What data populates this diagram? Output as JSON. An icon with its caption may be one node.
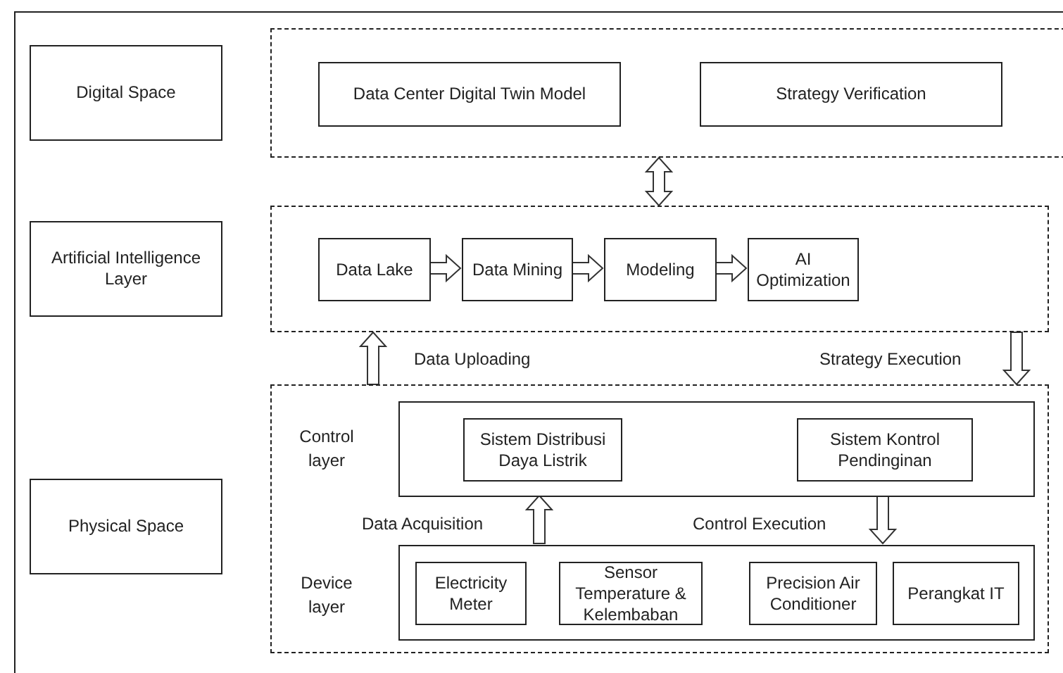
{
  "diagram": {
    "nodes": [
      {
        "text": [
          "Digital Space"
        ]
      },
      {
        "text": [
          "Artificial Intelligence Layer"
        ]
      },
      {
        "text": [
          "Physical Space"
        ]
      },
      {
        "text": [],
        "shape": "box"
      },
      {
        "text": [
          "Data Center Digital Twin Model"
        ],
        "in": 3
      },
      {
        "text": [
          "Strategy Verification"
        ],
        "in": 3
      },
      {
        "text": [],
        "shape": "box"
      },
      {
        "text": [
          "Data Lake"
        ],
        "in": 6
      },
      {
        "text": [
          "Data Mining"
        ],
        "in": 6
      },
      {
        "text": [
          "Modeling"
        ],
        "in": 6
      },
      {
        "text": [
          "AI Optimization"
        ],
        "in": 6
      },
      {
        "text": [],
        "shape": "box"
      },
      {
        "text": [
          "Control layer"
        ],
        "in": 11
      },
      {
        "text": [
          "Sistem Distribusi Daya Listrik"
        ],
        "in": 12
      },
      {
        "text": [
          "Sistem Kontrol Pendinginan"
        ],
        "in": 12
      },
      {
        "text": [
          "Device layer"
        ],
        "in": 11
      },
      {
        "text": [
          "Electricity Meter"
        ],
        "in": 15
      },
      {
        "text": [
          "Sensor Temperature & Kelembaban"
        ],
        "in": 15
      },
      {
        "text": [
          "Precision Air Conditioner"
        ],
        "in": 15
      },
      {
        "text": [
          "Perangkat IT"
        ],
        "in": 15
      }
    ],
    "edges": [
      {
        "from": 3,
        "to": 6,
        "arrow": "both"
      },
      {
        "from": 7,
        "to": 8,
        "arrow": "to"
      },
      {
        "from": 8,
        "to": 9,
        "arrow": "to"
      },
      {
        "from": 9,
        "to": 10,
        "arrow": "to"
      },
      {
        "from": 11,
        "to": 6,
        "arrow": "to",
        "label": "Data Uploading"
      },
      {
        "from": 6,
        "to": 11,
        "arrow": "to",
        "label": "Strategy Execution"
      },
      {
        "from": 15,
        "to": 12,
        "arrow": "to",
        "label": "Data Acquisition"
      },
      {
        "from": 12,
        "to": 15,
        "arrow": "to",
        "label": "Control Execution"
      }
    ]
  }
}
